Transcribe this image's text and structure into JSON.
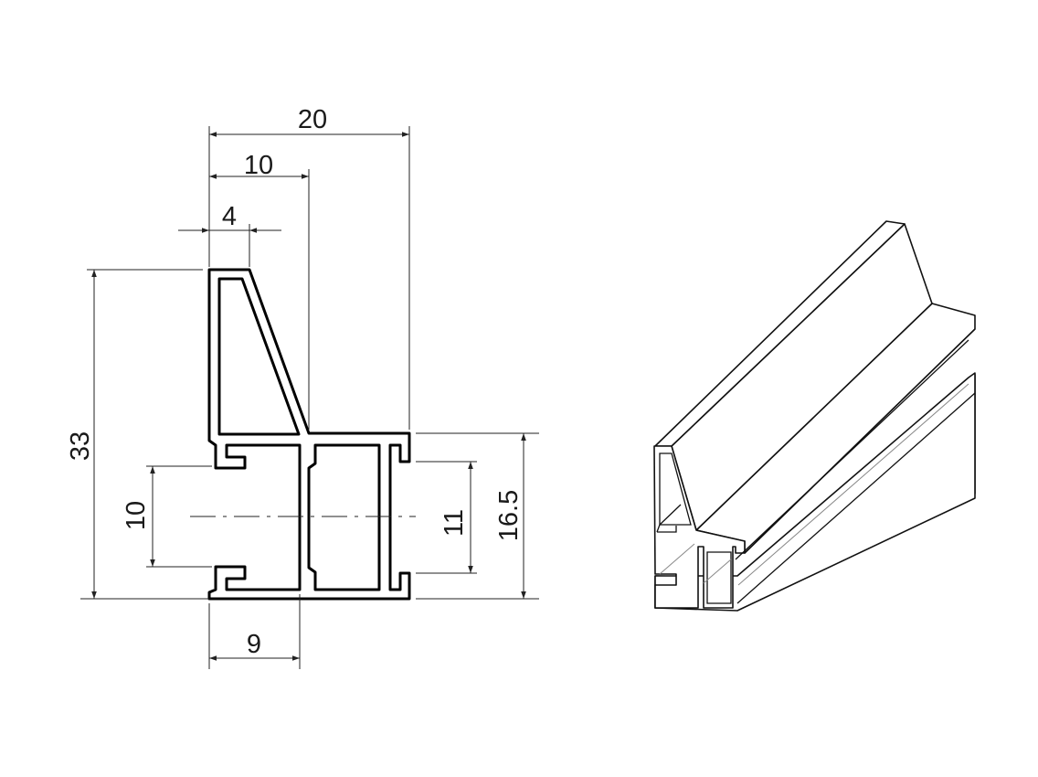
{
  "drawing": {
    "dimensions": {
      "overall_width": "20",
      "half_width": "10",
      "top_width": "4",
      "overall_height": "33",
      "left_slot": "10",
      "right_slot": "11",
      "lower_height": "16.5",
      "lower_width": "9"
    },
    "line_color": "#000000",
    "background": "#ffffff"
  }
}
